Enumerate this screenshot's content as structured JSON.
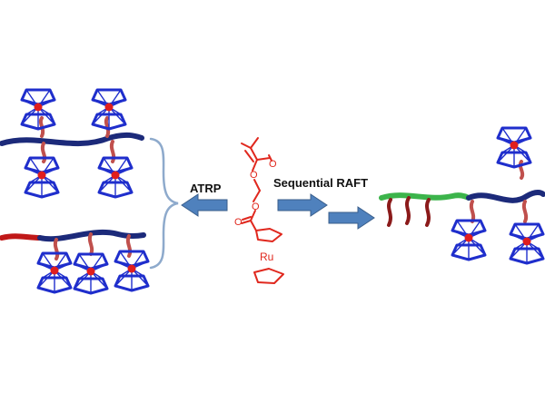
{
  "labels": {
    "atrp": "ATRP",
    "sequential_raft": "Sequential RAFT",
    "ruthenium": "Ru"
  },
  "colors": {
    "monomer": "#e0281e",
    "backbone": "#1c2a7a",
    "metallocene_ring": "#1f2ecc",
    "metal_center": "#e01e1e",
    "linker": "#c0504d",
    "red_block": "#c01818",
    "green_block": "#3cb44b",
    "arrow_fill": "#4f81bd",
    "arrow_edge": "#385d8a",
    "brace": "#8eaacc"
  },
  "icons": {
    "sandwich": "ruthenocene-sandwich-icon",
    "atrp_arrow": "arrow-left-icon",
    "raft_arrow": "arrow-right-icon",
    "brace": "curly-brace-icon"
  }
}
